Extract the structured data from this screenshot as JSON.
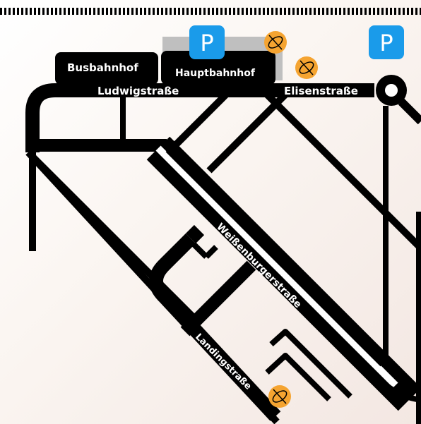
{
  "colors": {
    "road": "#000000",
    "parking": "#1a9bea",
    "tram_icon": "#f5a431",
    "highlight": "#bfbfbf",
    "rail_dash": "#000000"
  },
  "labels": {
    "busbahnhof": "Busbahnhof",
    "hauptbahnhof": "Hauptbahnhof",
    "ludwigstrasse": "Ludwigstraße",
    "elisenstrasse": "Elisenstraße",
    "weissenburgerstrasse": "Weißenburgerstraße",
    "landingstrasse": "Landingstraße"
  },
  "parking_label": "P",
  "icons": {
    "parking": "parking-icon",
    "tram": "tram-icon",
    "roundabout": "roundabout-icon"
  }
}
